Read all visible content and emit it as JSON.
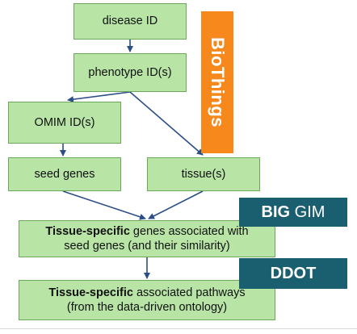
{
  "nodes": {
    "disease": {
      "text": "disease ID"
    },
    "phenotype": {
      "text": "phenotype ID(s)"
    },
    "omim": {
      "text": "OMIM ID(s)"
    },
    "seed": {
      "text": "seed genes"
    },
    "tissue": {
      "text": "tissue(s)"
    },
    "tsgenes": {
      "bold": "Tissue-specific",
      "line1_rest": " genes associated with",
      "line2": "seed genes (and their similarity)"
    },
    "tspath": {
      "bold": "Tissue-specific",
      "line1_rest": " associated pathways",
      "line2": "(from the data-driven ontology)"
    }
  },
  "badges": {
    "biothings": {
      "text": "BioThings",
      "color": "#f7891c"
    },
    "biggim": {
      "bold": "BIG",
      "rest": " GIM",
      "color": "#1a5f70"
    },
    "ddot": {
      "text": "DDOT",
      "color": "#1a5f70"
    }
  },
  "colors": {
    "node_fill": "#b8e4a6",
    "node_border": "#6aa85a",
    "arrow": "#2b4e86"
  }
}
